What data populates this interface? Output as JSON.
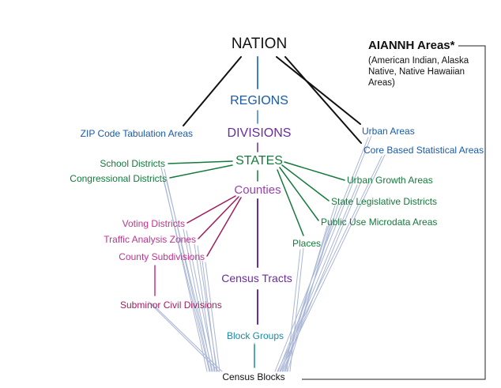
{
  "colors": {
    "black": "#111111",
    "blue": "#1a5aa8",
    "purple": "#6a2c9e",
    "green": "#137a3c",
    "magenta": "#c0338f",
    "maroon": "#9e1f5f",
    "teal": "#1a8aa6",
    "spine_blue": "#3a7ed0",
    "fan_line": "#a9b6d6"
  },
  "nodes": {
    "nation": "NATION",
    "regions": "REGIONS",
    "divisions": "DIVISIONS",
    "states": "STATES",
    "counties": "Counties",
    "census_tracts": "Census Tracts",
    "block_groups": "Block Groups",
    "census_blocks": "Census Blocks",
    "zcta": "ZIP Code Tabulation Areas",
    "school_districts": "School Districts",
    "congressional_districts": "Congressional Districts",
    "voting_districts": "Voting Districts",
    "traffic_analysis_zones": "Traffic Analysis Zones",
    "county_subdivisions": "County Subdivisions",
    "subminor_civil_divisions": "Subminor Civil Divisions",
    "urban_areas": "Urban Areas",
    "core_based_statistical_areas": "Core Based Statistical Areas",
    "urban_growth_areas": "Urban Growth Areas",
    "state_legislative_districts": "State Legislative Districts",
    "public_use_microdata_areas": "Public Use Microdata Areas",
    "places": "Places",
    "aiannh_title": "AIANNH Areas*",
    "aiannh_note": "(American Indian, Alaska Native, Native Hawaiian Areas)"
  }
}
